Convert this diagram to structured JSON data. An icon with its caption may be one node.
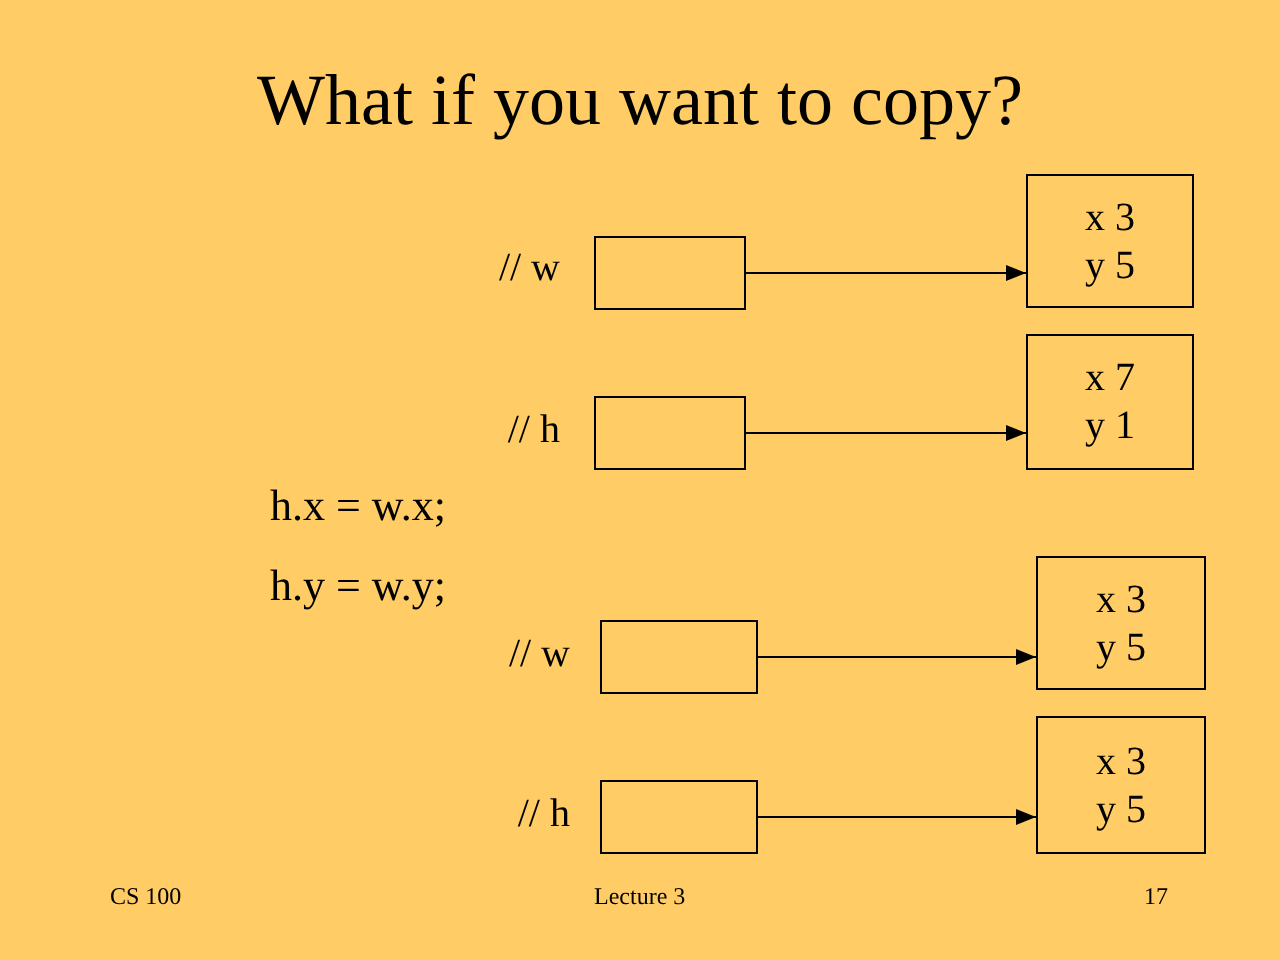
{
  "diagram": {
    "title": "What if you want to copy?",
    "nodes": [
      {
        "text": [],
        "shape": "box",
        "beside": [
          "// w"
        ]
      },
      {
        "text": [
          "x 3",
          "y 5"
        ]
      },
      {
        "text": [],
        "shape": "box",
        "beside": [
          "// h"
        ]
      },
      {
        "text": [
          "x 7",
          "y 1"
        ]
      },
      {
        "text": [],
        "shape": "box",
        "beside": [
          "// w"
        ]
      },
      {
        "text": [
          "x 3",
          "y 5"
        ]
      },
      {
        "text": [],
        "shape": "box",
        "beside": [
          "// h"
        ]
      },
      {
        "text": [
          "x 3",
          "y 5"
        ]
      }
    ],
    "edges": [
      {
        "from": 0,
        "to": 1,
        "arrow": "to"
      },
      {
        "from": 2,
        "to": 3,
        "arrow": "to"
      },
      {
        "from": 4,
        "to": 5,
        "arrow": "to"
      },
      {
        "from": 6,
        "to": 7,
        "arrow": "to"
      }
    ],
    "labels": [
      "h.x = w.x;",
      "h.y = w.y;",
      "CS 100",
      "Lecture 3",
      "17"
    ]
  }
}
